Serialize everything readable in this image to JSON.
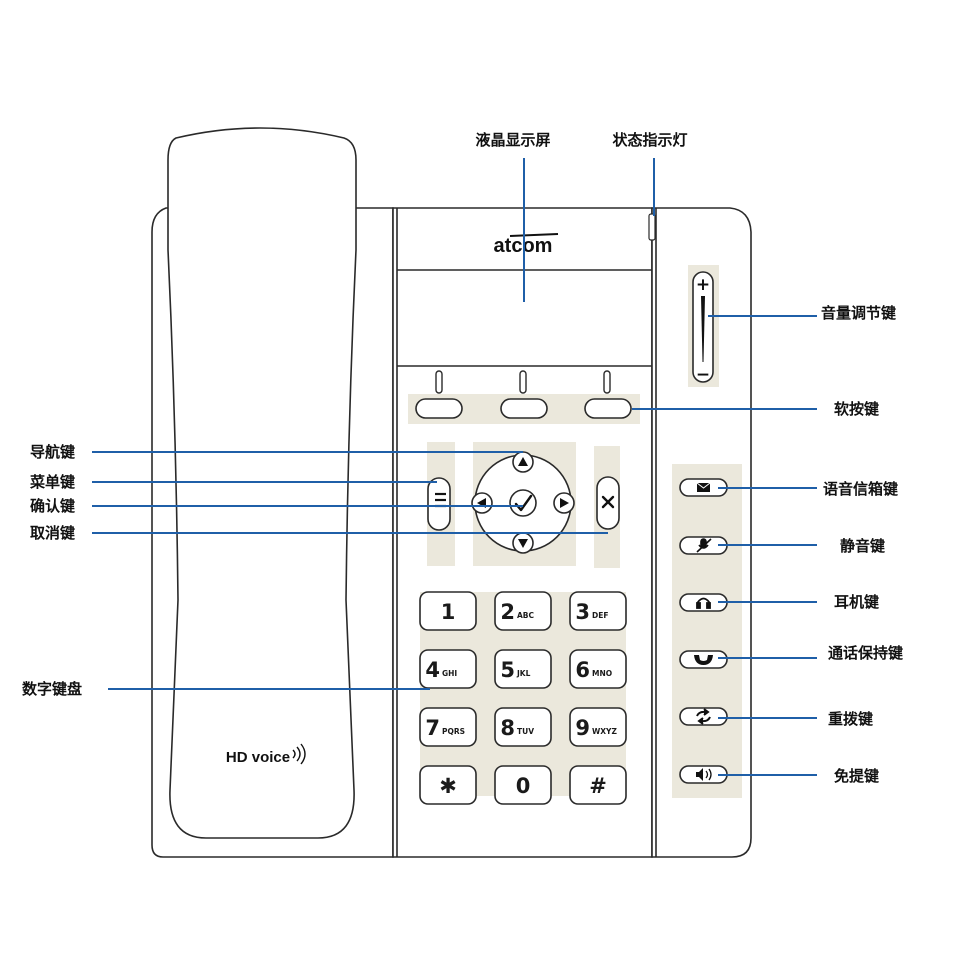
{
  "device": {
    "brand": "atcom",
    "hd_badge": "HD voice"
  },
  "callouts": {
    "lcd": "液晶显示屏",
    "status_led": "状态指示灯",
    "volume": "音量调节键",
    "softkeys": "软按键",
    "navigation": "导航键",
    "menu": "菜单键",
    "ok": "确认键",
    "cancel": "取消键",
    "keypad": "数字键盘",
    "voicemail": "语音信箱键",
    "mute": "静音键",
    "headset": "耳机键",
    "hold": "通话保持键",
    "redial": "重拨键",
    "speaker": "免提键"
  },
  "volume_rocker": {
    "plus": "+",
    "minus": "−"
  },
  "keypad": {
    "keys": [
      {
        "main": "1",
        "sub": ""
      },
      {
        "main": "2",
        "sub": "ABC"
      },
      {
        "main": "3",
        "sub": "DEF"
      },
      {
        "main": "4",
        "sub": "GHI"
      },
      {
        "main": "5",
        "sub": "JKL"
      },
      {
        "main": "6",
        "sub": "MNO"
      },
      {
        "main": "7",
        "sub": "PQRS"
      },
      {
        "main": "8",
        "sub": "TUV"
      },
      {
        "main": "9",
        "sub": "WXYZ"
      },
      {
        "main": "✱",
        "sub": ""
      },
      {
        "main": "0",
        "sub": ""
      },
      {
        "main": "#",
        "sub": ""
      }
    ]
  },
  "icons": {
    "menu": "menu-list-icon",
    "cancel": "close-x-icon",
    "ok": "checkmark-icon",
    "voicemail": "envelope-icon",
    "mute": "mic-muted-icon",
    "headset": "headset-icon",
    "hold": "handset-icon",
    "redial": "redial-arrows-icon",
    "speaker": "speaker-icon"
  },
  "colors": {
    "callout_line": "#1f5fa8",
    "button_panel": "#ebe8dc",
    "outline": "#2a2a2a"
  }
}
